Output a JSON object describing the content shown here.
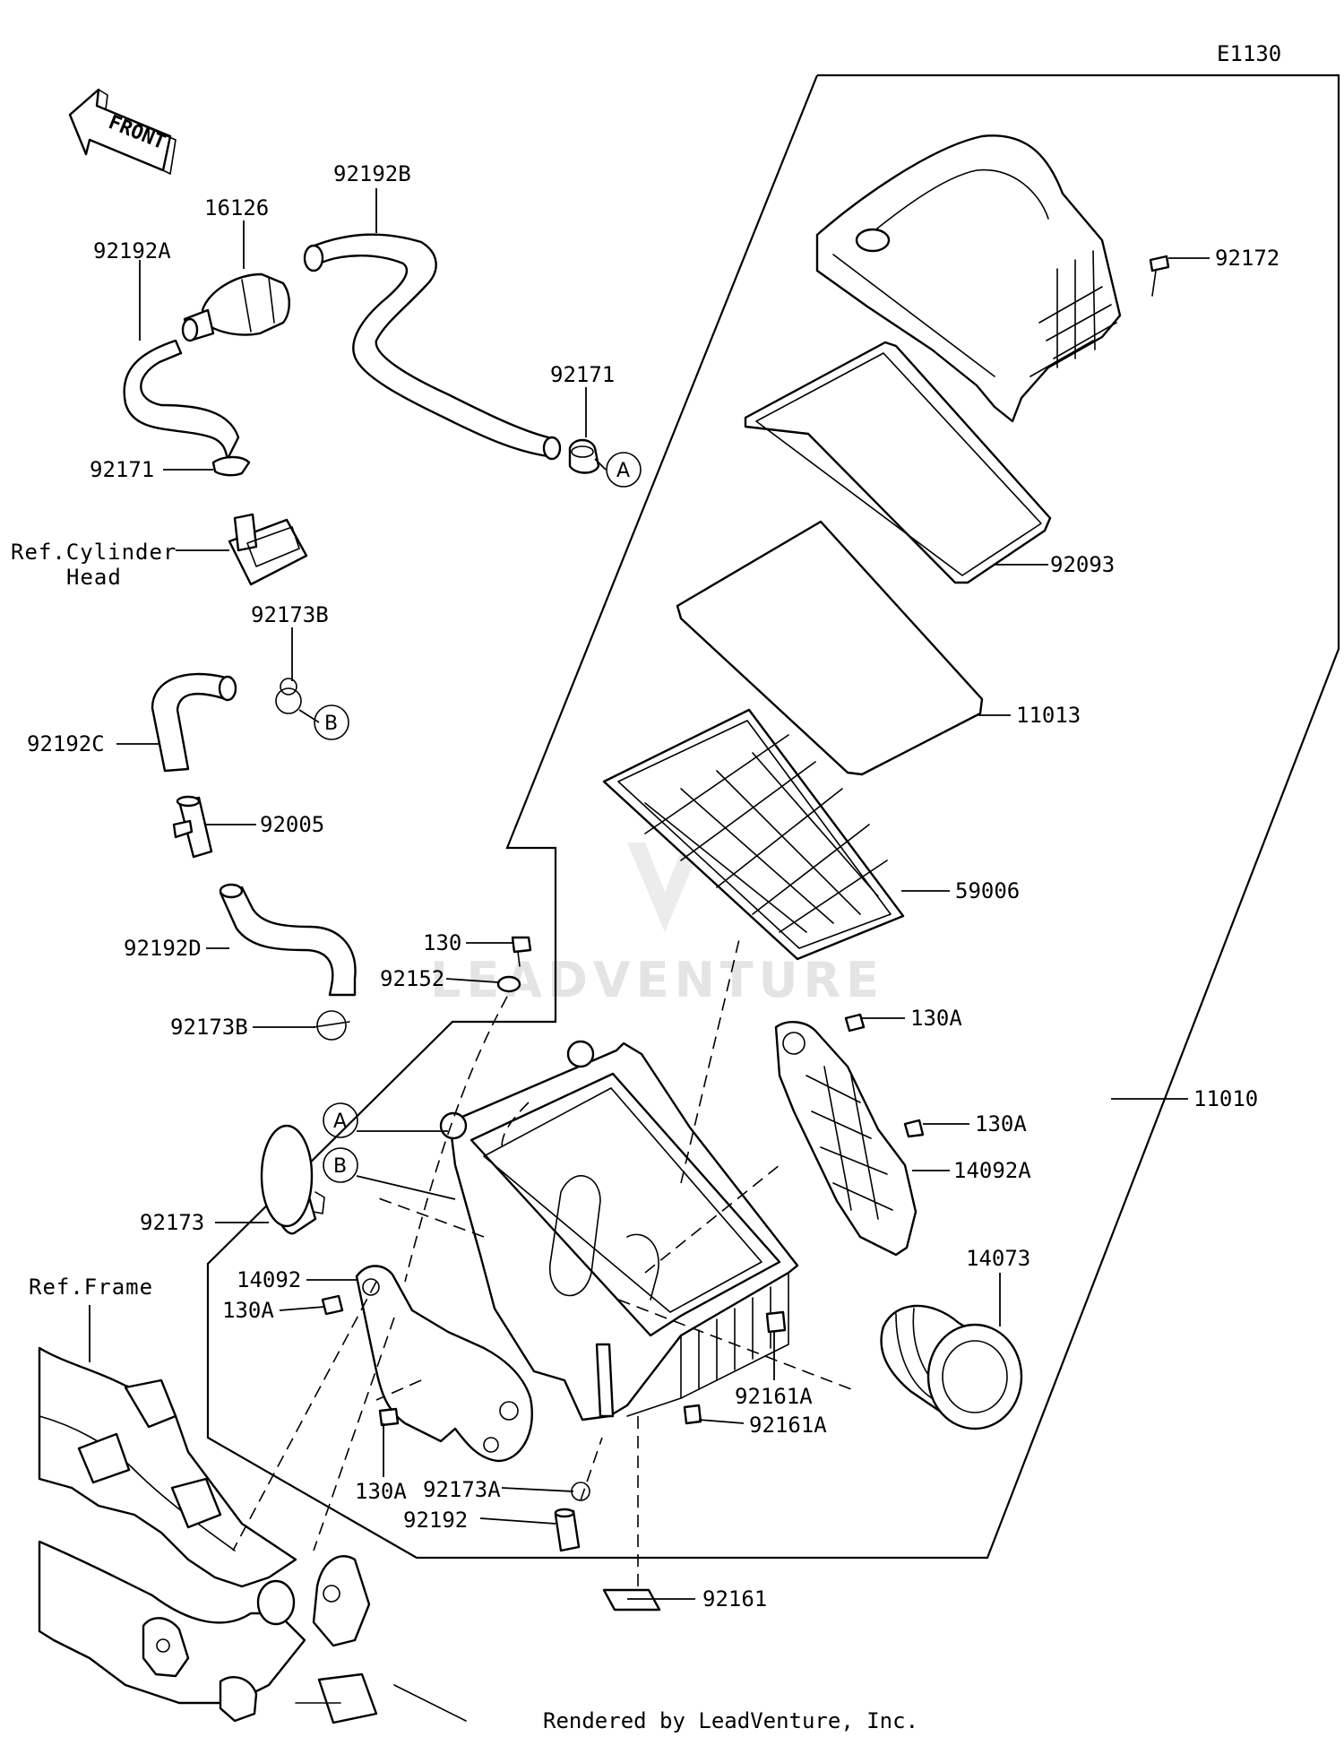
{
  "diagram": {
    "code": "E1130",
    "front_label": "FRONT",
    "watermark": "LEADVENTURE",
    "footer": "Rendered by LeadVenture, Inc.",
    "refs": {
      "cylinder_head_line1": "Ref.Cylinder",
      "cylinder_head_line2": "Head",
      "frame": "Ref.Frame"
    },
    "callouts": {
      "circle_a": "A",
      "circle_b": "B"
    },
    "parts": {
      "p16126": "16126",
      "p92192B": "92192B",
      "p92192A": "92192A",
      "p92171_top": "92171",
      "p92171_left": "92171",
      "p92173B_top": "92173B",
      "p92192C": "92192C",
      "p92005": "92005",
      "p92192D": "92192D",
      "p92173B_bottom": "92173B",
      "p130": "130",
      "p92152": "92152",
      "p92173": "92173",
      "p14092": "14092",
      "p130A_left": "130A",
      "p130A_bottom": "130A",
      "p92173A": "92173A",
      "p92192": "92192",
      "p92161": "92161",
      "p92161A_top": "92161A",
      "p92161A_bottom": "92161A",
      "p92172": "92172",
      "p92093": "92093",
      "p11013": "11013",
      "p59006": "59006",
      "p130A_right_top": "130A",
      "p130A_right_mid": "130A",
      "p14092A": "14092A",
      "p14073": "14073",
      "p11010": "11010"
    }
  }
}
